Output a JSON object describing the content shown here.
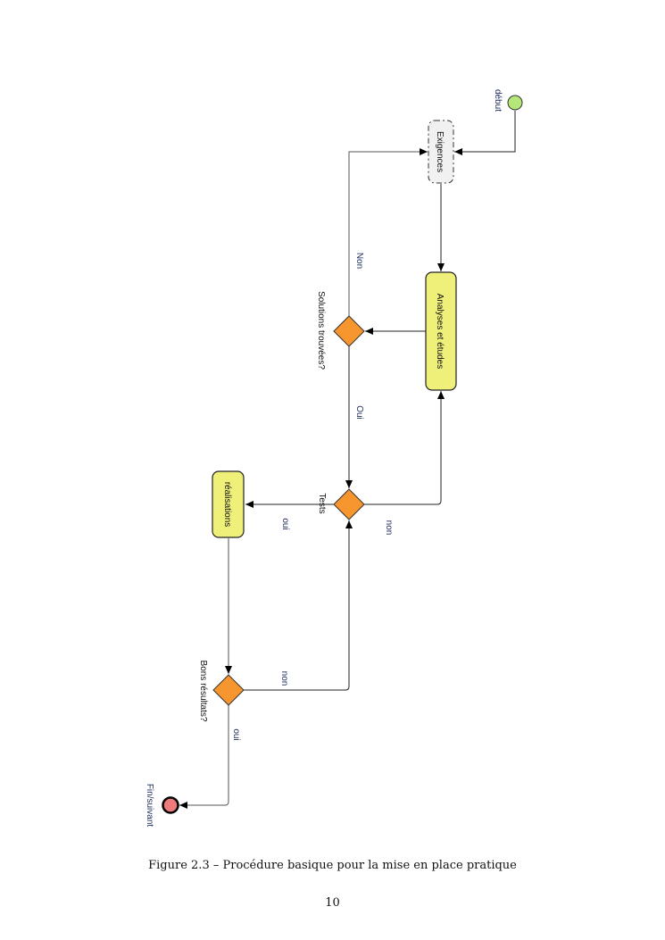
{
  "diagram": {
    "start_label": "début",
    "nodes": {
      "exigences": "Exigences",
      "analyses": "Analyses et études",
      "solutions": "Solutions trouvées?",
      "tests": "Tests",
      "realisations": "réalisations",
      "bons_resultats": "Bons résultats?",
      "end": "Fin/suivant"
    },
    "edges": {
      "solutions_non": "Non",
      "solutions_oui": "Oui",
      "tests_oui": "oui",
      "tests_non": "non",
      "bons_non": "non",
      "bons_oui": "oui"
    },
    "colors": {
      "start": "#b5e67a",
      "end": "#ee7b7b",
      "process": "#eef07a",
      "decision": "#f7962f",
      "exigences": "#f1f1f1"
    }
  },
  "caption": "Figure 2.3 – Procédure basique pour la mise en place pratique",
  "page_number": "10"
}
